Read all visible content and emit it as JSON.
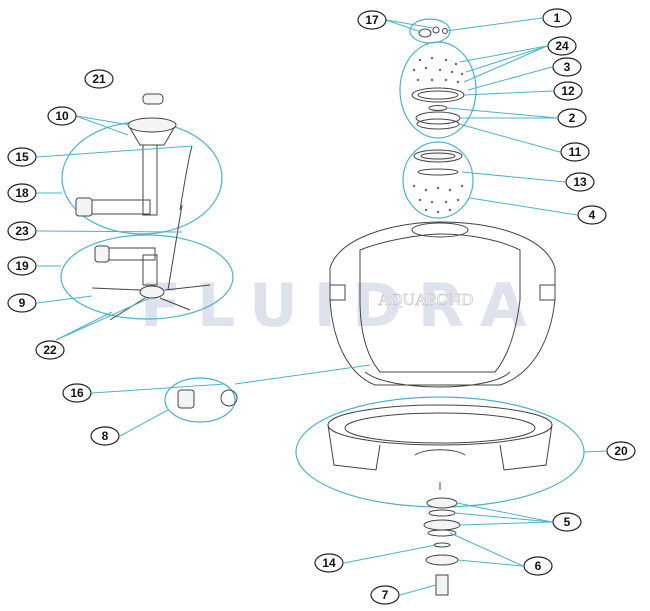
{
  "diagram": {
    "watermark": "FLUIDRA",
    "brand": "AQUAPOND",
    "labels": {
      "p1": "1",
      "p2": "2",
      "p3": "3",
      "p4": "4",
      "p5": "5",
      "p6": "6",
      "p7": "7",
      "p8": "8",
      "p9": "9",
      "p10": "10",
      "p11": "11",
      "p12": "12",
      "p13": "13",
      "p14": "14",
      "p15": "15",
      "p16": "16",
      "p17": "17",
      "p18": "18",
      "p19": "19",
      "p20": "20",
      "p21": "21",
      "p22": "22",
      "p23": "23",
      "p24": "24"
    },
    "colors": {
      "leader": "#4ab3cc",
      "outline": "#222222"
    }
  }
}
